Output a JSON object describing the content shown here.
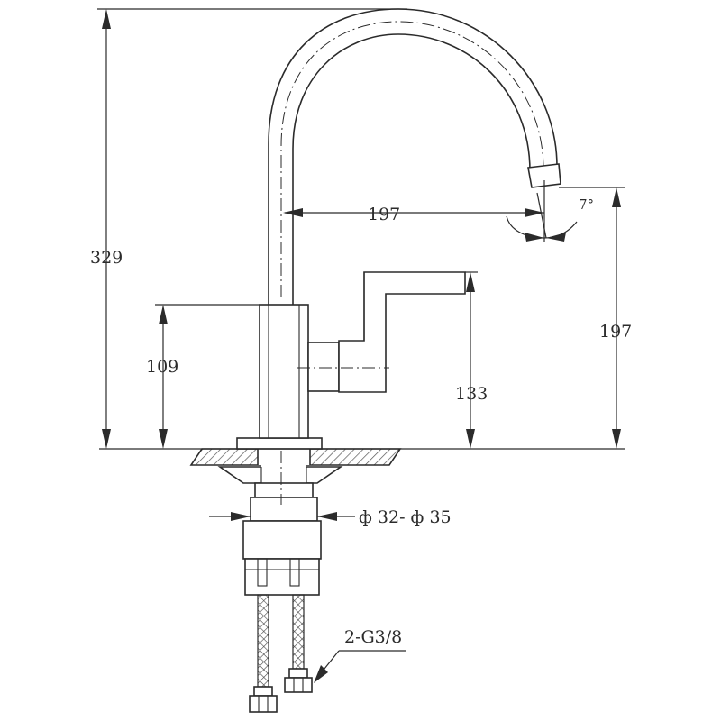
{
  "dimensions": {
    "overall_height": "329",
    "body_height": "109",
    "spout_reach": "197",
    "spout_height": "197",
    "handle_height": "133",
    "spout_angle": "7°",
    "hole_diameter": "ф 32- ф 35",
    "hose_thread": "2-G3/8"
  },
  "colors": {
    "line": "#2b2b2b",
    "background": "#ffffff",
    "hatch": "#555555"
  }
}
